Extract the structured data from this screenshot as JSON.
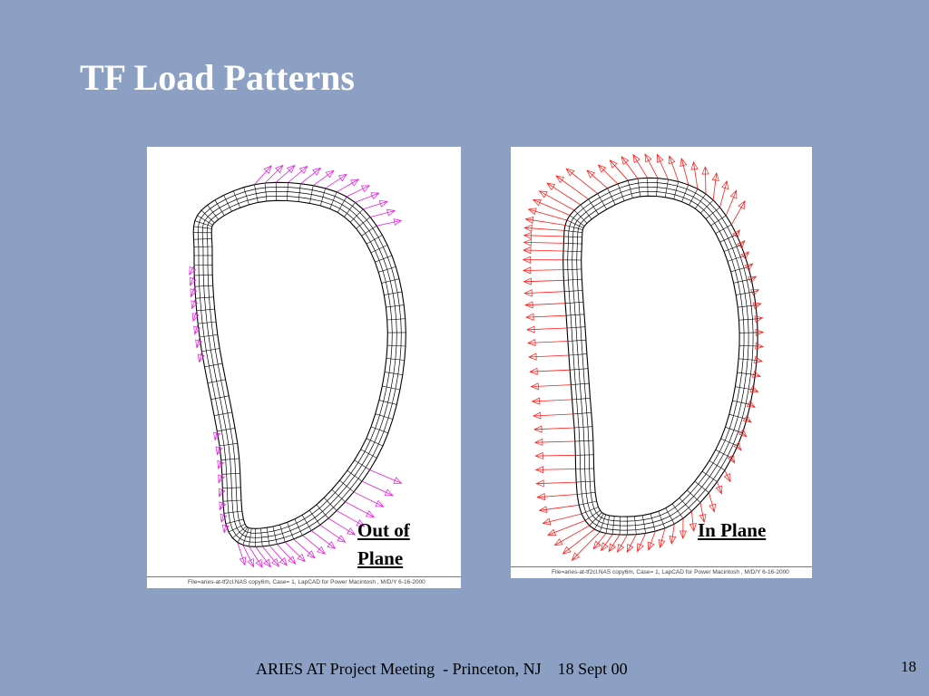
{
  "slide": {
    "title": "TF Load Patterns",
    "footer": "ARIES AT Project Meeting  - Princeton, NJ    18 Sept 00",
    "page_number": "18"
  },
  "panels": [
    {
      "label": "Out of Plane",
      "file_caption": "File=aries-at-tf2cl.NAS  copy6m,   Case=  1,   LapCAD  for  Power  Macintosh  ,   M/D/Y    6-16-2000",
      "arrow_color": "#e81ae0"
    },
    {
      "label": "In Plane",
      "file_caption": "File=aries-at-tf2cl.NAS  copy6m,   Case=  1,   LapCAD  for  Power  Macintosh  ,   M/D/Y    6-16-2000",
      "arrow_color": "#ff1a1a"
    }
  ],
  "colors": {
    "background": "#8ba0c2",
    "mesh": "#000000"
  }
}
